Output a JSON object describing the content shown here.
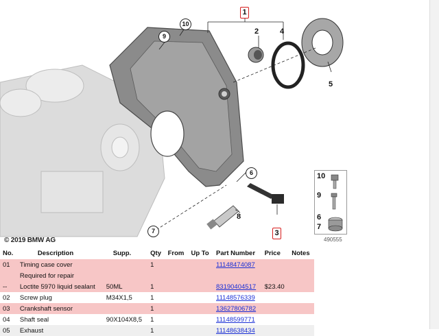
{
  "diagram": {
    "copyright": "© 2019 BMW AG",
    "figure_id": "490555",
    "callouts": [
      "1",
      "2",
      "4",
      "5",
      "9",
      "10",
      "6",
      "7",
      "8",
      "3"
    ],
    "legend_numbers": [
      "10",
      "9",
      "6",
      "7"
    ]
  },
  "table": {
    "headers": [
      "No.",
      "Description",
      "Supp.",
      "Qty",
      "From",
      "Up To",
      "Part Number",
      "Price",
      "Notes"
    ],
    "rows": [
      {
        "no": "01",
        "desc": "Timing case cover",
        "supp": "",
        "qty": "1",
        "from": "",
        "upto": "",
        "pn": "11148474087",
        "price": "",
        "notes": "",
        "style": "hl"
      },
      {
        "no": "",
        "desc": "Required for repair",
        "supp": "",
        "qty": "",
        "from": "",
        "upto": "",
        "pn": "",
        "price": "",
        "notes": "",
        "style": "hl"
      },
      {
        "no": "--",
        "desc": "Loctite 5970 liquid sealant",
        "supp": "50ML",
        "qty": "1",
        "from": "",
        "upto": "",
        "pn": "83190404517",
        "price": "$23.40",
        "notes": "",
        "style": "hl"
      },
      {
        "no": "02",
        "desc": "Screw plug",
        "supp": "M34X1,5",
        "qty": "1",
        "from": "",
        "upto": "",
        "pn": "11148576339",
        "price": "",
        "notes": "",
        "style": "plain"
      },
      {
        "no": "03",
        "desc": "Crankshaft sensor",
        "supp": "",
        "qty": "1",
        "from": "",
        "upto": "",
        "pn": "13627806782",
        "price": "",
        "notes": "",
        "style": "hl"
      },
      {
        "no": "04",
        "desc": "Shaft seal",
        "supp": "90X104X8,5",
        "qty": "1",
        "from": "",
        "upto": "",
        "pn": "11148599771",
        "price": "",
        "notes": "",
        "style": "plain"
      },
      {
        "no": "05",
        "desc": "Exhaust",
        "supp": "",
        "qty": "1",
        "from": "",
        "upto": "",
        "pn": "11148638434",
        "price": "",
        "notes": "",
        "style": "alt"
      }
    ]
  }
}
